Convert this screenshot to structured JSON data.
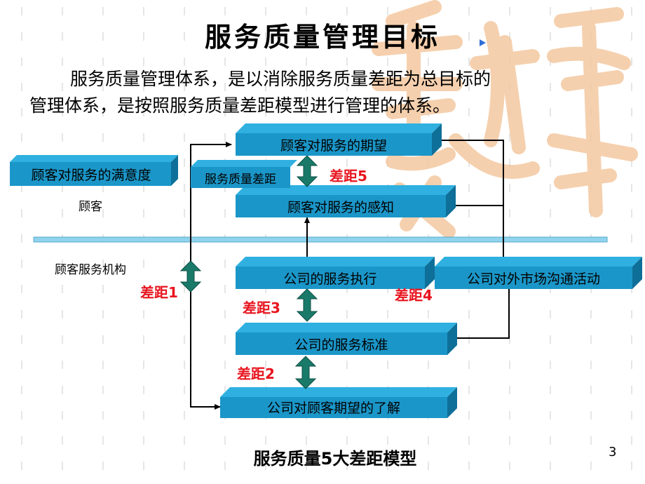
{
  "slide": {
    "title": "服务质量管理目标",
    "intro_line1": "服务质量管理体系，是以消除服务质量差距为总目标的",
    "intro_line2": "管理体系，是按照服务质量差距模型进行管理的体系。",
    "caption": "服务质量5大差距模型",
    "page_number": "3"
  },
  "diagram": {
    "boxes": {
      "expected_service": "顾客对服务的期望",
      "satisfaction": "顾客对服务的满意度",
      "perceived_service": "顾客对服务的感知",
      "service_delivery": "公司的服务执行",
      "external_comm": "公司对外市场沟通活动",
      "service_standards": "公司的服务标准",
      "mgmt_perception": "公司对顾客期望的了解"
    },
    "labels": {
      "service_quality_gap": "服务质量差距",
      "customer_side": "顾客",
      "provider_side": "顾客服务机构"
    },
    "gaps": {
      "gap1": "差距1",
      "gap2": "差距2",
      "gap3": "差距3",
      "gap4": "差距4",
      "gap5": "差距5"
    }
  },
  "colors": {
    "box_face": "#1b96c8",
    "box_top": "#2fb0e0",
    "box_side": "#0e6f98",
    "arrow_teal": "#1a7a6a",
    "gap_red": "#e8141e",
    "divider": "#8fd3ec",
    "watermark": "#f4c8a0"
  }
}
